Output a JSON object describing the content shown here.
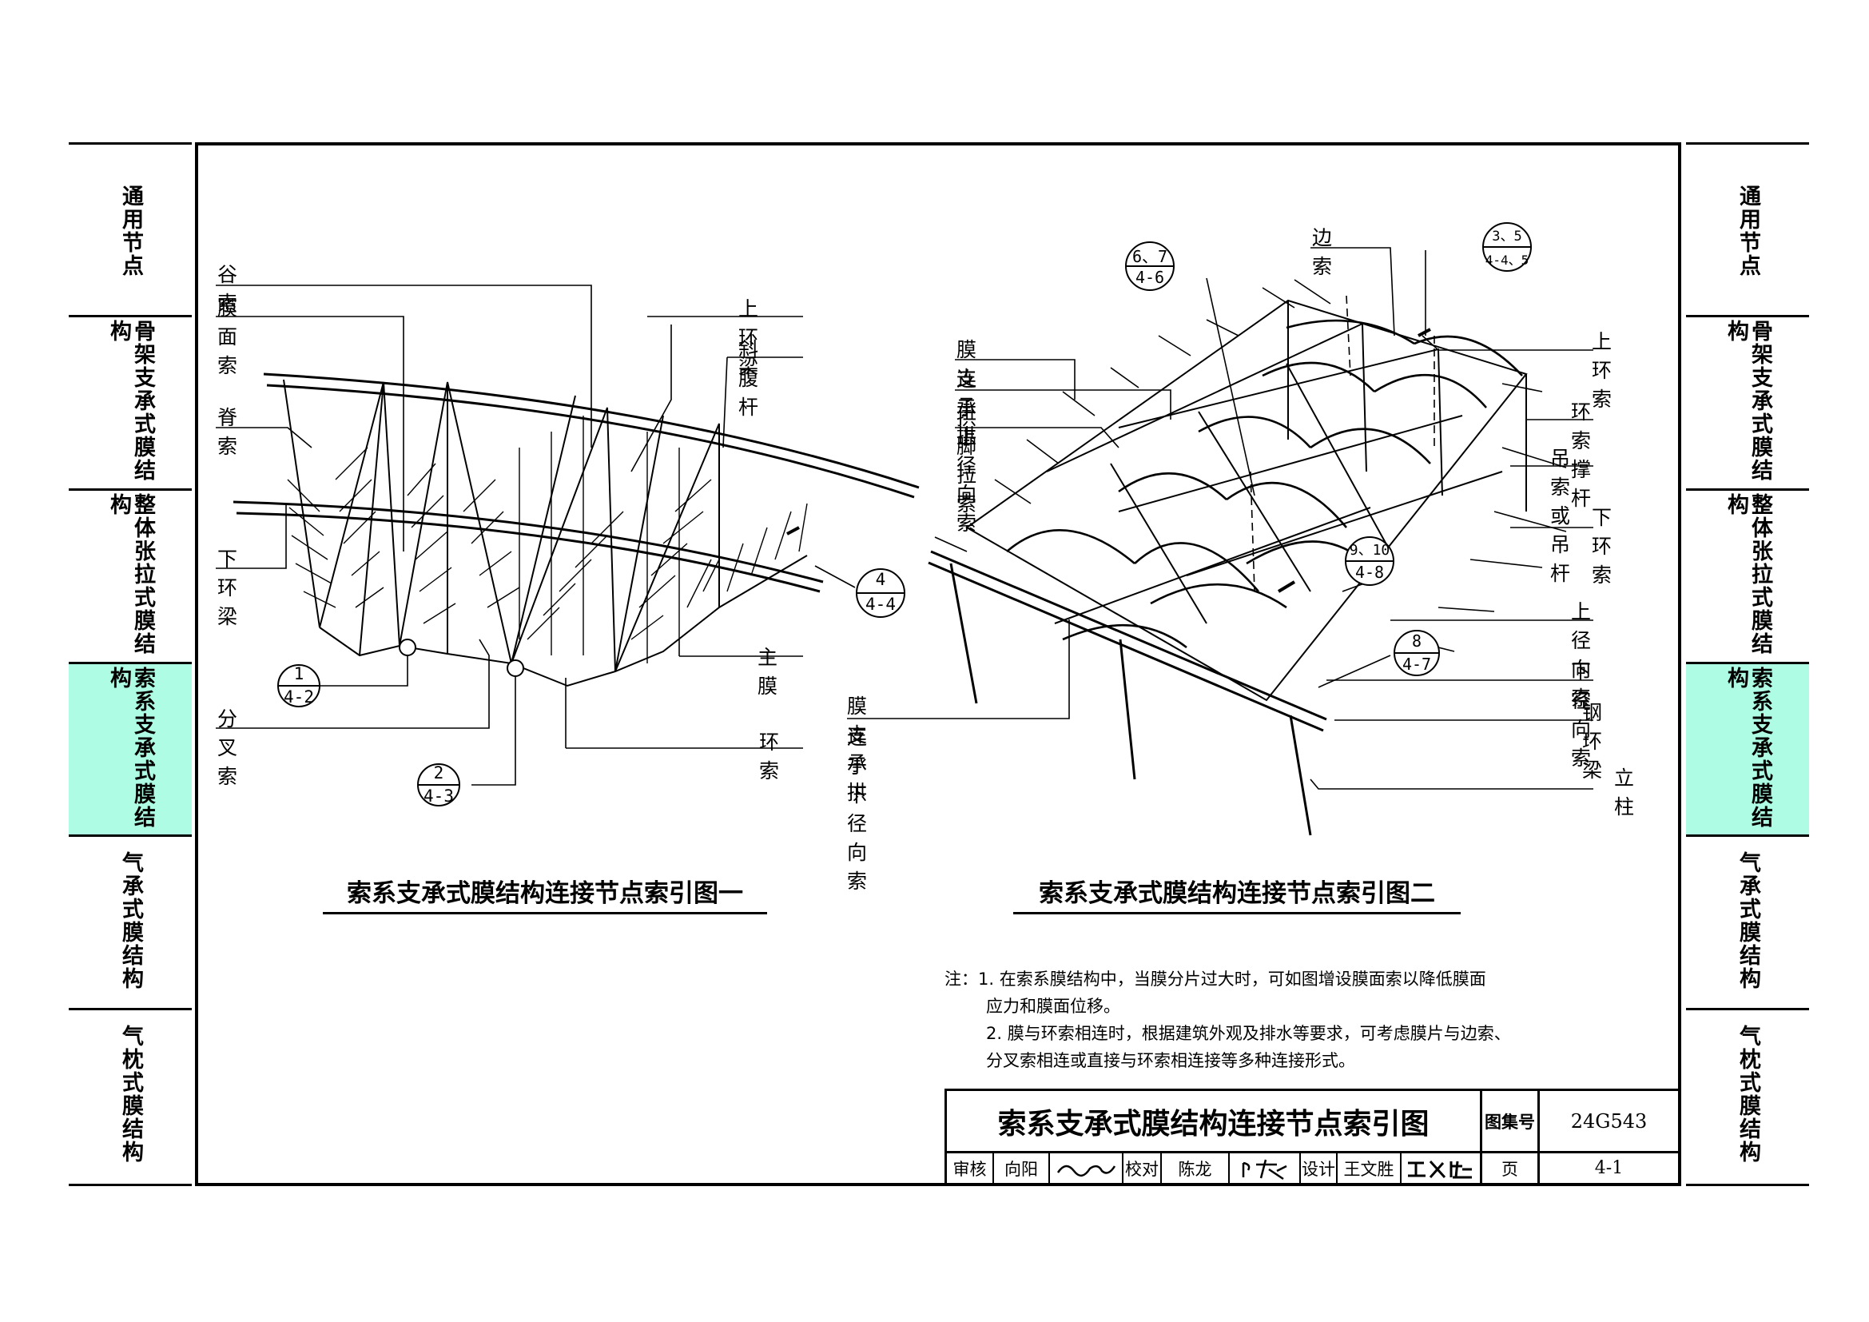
{
  "left_nav": [
    {
      "label": "通用节点",
      "active": false
    },
    {
      "label": "骨架支承式膜结构",
      "active": false
    },
    {
      "label": "整体张拉式膜结构",
      "active": false
    },
    {
      "label": "索系支承式膜结构",
      "active": true
    },
    {
      "label": "气承式膜结构",
      "active": false
    },
    {
      "label": "气枕式膜结构",
      "active": false
    }
  ],
  "right_nav": [
    {
      "label": "通用节点",
      "active": false
    },
    {
      "label": "骨架支承式膜结构",
      "active": false
    },
    {
      "label": "整体张拉式膜结构",
      "active": false
    },
    {
      "label": "索系支承式膜结构",
      "active": true
    },
    {
      "label": "气承式膜结构",
      "active": false
    },
    {
      "label": "气枕式膜结构",
      "active": false
    }
  ],
  "figure1": {
    "title": "索系支承式膜结构连接节点索引图一",
    "labels": {
      "valley": "谷索",
      "membrane_cable": "膜面索",
      "ridge": "脊索",
      "lower_ring_beam": "下环梁",
      "fork_cable": "分叉索",
      "upper_ring_beam": "上环梁",
      "diagonal_web": "斜腹杆",
      "main_membrane": "主膜",
      "ring_cable": "环索"
    },
    "callouts": [
      {
        "num": "1",
        "ref": "4-2"
      },
      {
        "num": "2",
        "ref": "4-3"
      },
      {
        "num": "4",
        "ref": "4-4"
      }
    ]
  },
  "figure2": {
    "title": "索系支承式膜结构连接节点索引图二",
    "labels": {
      "edge_cable": "边索",
      "arch_upper_1": "膜支承拱",
      "arch_upper_2": "连于上径向索",
      "arch_foot": "拱脚拉索",
      "arch_lower_1": "膜支承拱",
      "arch_lower_2": "连于下径向索",
      "upper_ring_cable": "上环索",
      "ring_strut": "环索撑杆",
      "hanger": "吊索或吊杆",
      "lower_ring_cable": "下环索",
      "upper_radial": "上径向索",
      "lower_radial": "下径向索",
      "steel_ring_beam": "钢环梁",
      "column": "立柱"
    },
    "callouts": [
      {
        "num": "6、7",
        "ref": "4-6"
      },
      {
        "num": "3、5",
        "ref": "4-4、5"
      },
      {
        "num": "9、10",
        "ref": "4-8"
      },
      {
        "num": "8",
        "ref": "4-7"
      }
    ]
  },
  "notes": {
    "line1": "注：1. 在索系膜结构中，当膜分片过大时，可如图增设膜面索以降低膜面",
    "line2": "应力和膜面位移。",
    "line3": "2. 膜与环索相连时，根据建筑外观及排水等要求，可考虑膜片与边索、",
    "line4": "分叉索相连或直接与环索相连接等多种连接形式。"
  },
  "title_block": {
    "drawing_title": "索系支承式膜结构连接节点索引图",
    "atlas_label": "图集号",
    "atlas_no": "24G543",
    "review_label": "审核",
    "reviewer": "向阳",
    "check_label": "校对",
    "checker": "陈龙",
    "design_label": "设计",
    "designer": "王文胜",
    "page_label": "页",
    "page_no": "4-1"
  }
}
